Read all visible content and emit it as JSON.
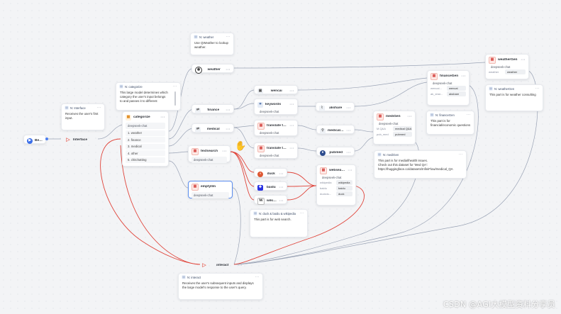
{
  "nodes": {
    "begin": {
      "label": "Begin"
    },
    "interface": {
      "label": "Interface"
    },
    "categorize": {
      "title": "categorize",
      "model": "deepseek-chat",
      "items": [
        "1. weather",
        "2. finance",
        "3. medical",
        "4. other",
        "5. chitchatting"
      ]
    },
    "weather": {
      "title": "weather"
    },
    "finance": {
      "title": "finance"
    },
    "medical": {
      "title": "medical"
    },
    "textsearch": {
      "title": "textsearch",
      "model": "deepseek-chat"
    },
    "emptyllm": {
      "title": "emptyllm",
      "model": "deepseek-chat"
    },
    "wencai": {
      "title": "wencai"
    },
    "keywords": {
      "title": "keywords",
      "model": "deepseek-chat"
    },
    "akshare": {
      "title": "akshare"
    },
    "translate_cn": {
      "title": "translate to Chine...",
      "model": "deepseek-chat"
    },
    "translate_en": {
      "title": "translate to Engli...",
      "model": "deepseek-chat"
    },
    "medical_qa": {
      "title": "medical Q&A"
    },
    "pubmed": {
      "title": "pubmed"
    },
    "duck": {
      "title": "duck"
    },
    "baidu": {
      "title": "baidu"
    },
    "wikipedia": {
      "title": "wikipedia"
    },
    "websearchgen": {
      "title": "websearchGen",
      "model": "deepseek-chat",
      "rows": [
        {
          "k": "wikipedia",
          "v": "wikipedia"
        },
        {
          "k": "baidu",
          "v": "baidu"
        },
        {
          "k": "duckdu...",
          "v": "duck"
        }
      ]
    },
    "medigen": {
      "title": "mediGen",
      "model": "deepseek-chat",
      "rows": [
        {
          "k": "M.Q&A",
          "v": "medical Q&A"
        },
        {
          "k": "pub_med",
          "v": "pubmed"
        }
      ]
    },
    "financegen": {
      "title": "financeGen",
      "model": "deepseek-chat",
      "rows": [
        {
          "k": "wencai...",
          "v": "wencai"
        },
        {
          "k": "ak_shar...",
          "v": "akshare"
        }
      ]
    },
    "weathergen": {
      "title": "weatherGen",
      "model": "deepseek-chat",
      "rows": [
        {
          "k": "weather",
          "v": "weather"
        }
      ]
    },
    "interact": {
      "title": "interact"
    }
  },
  "notes": {
    "n_interface": {
      "title": "N: Interface",
      "lines": [
        "Receives the user's first",
        "input."
      ]
    },
    "n_weather": {
      "title": "N: weather",
      "lines": [
        "Use QWeather to lookup",
        "weather."
      ]
    },
    "n_categorize": {
      "title": "N: categorize",
      "lines": [
        "This large model determines which",
        "category the user's input belongs",
        "to and passes it to different"
      ]
    },
    "n_weathergen": {
      "title": "N: weatherGen",
      "lines": [
        "This part is for weather consulting"
      ]
    },
    "n_financegen": {
      "title": "N: financeGen",
      "lines": [
        "This part is for",
        "financial/economic questions."
      ]
    },
    "n_medigen": {
      "title": "N: mediGen",
      "lines": [
        "This part is for medial/health issues.",
        "Check out this dataset for 'Med QA':",
        "https://huggingface.co/datasets/InfiniFlow/medical_QA"
      ]
    },
    "n_search": {
      "title": "N: duck & baidu & wikipedia",
      "lines": [
        "This part is for web search."
      ]
    },
    "n_interact": {
      "title": "N: interact",
      "lines": [
        "Receives the user's subsequent inputs and displays",
        "the large model's response to the user's query."
      ]
    }
  },
  "menu_dots": "···",
  "watermark": "CSDN @AGI大模型资料分享员",
  "icons": {
    "llm": "llm-grid-icon",
    "categorize": "categorize-icon",
    "agent": "agent-icon",
    "tool": "tool-icon",
    "begin": "play-icon",
    "interact": "flag-icon",
    "keywords": "keywords-icon",
    "note": "note-icon",
    "cursor": "hand-cursor-icon"
  },
  "colors": {
    "accent": "#3b6ee8",
    "edge": "#9aa3b5",
    "edge_active": "#e0443a"
  }
}
